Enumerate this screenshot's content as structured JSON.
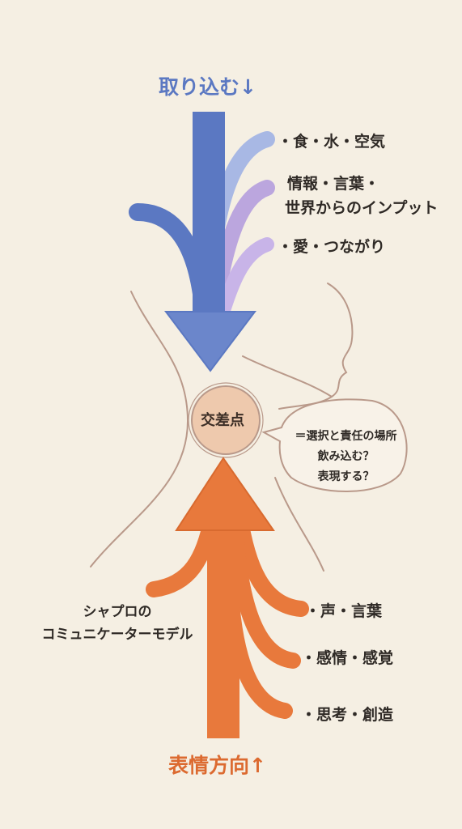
{
  "top_heading": "取り込む↓",
  "bottom_heading": "表情方向↑",
  "intake_items": [
    "・食・水・空気",
    "情報・言葉・",
    "世界からのインプット",
    "・愛・つながり"
  ],
  "center_label": "交差点",
  "speech_bubble": [
    "＝選択と責任の場所",
    "飲み込む？",
    "表現する？"
  ],
  "model_label": [
    "シャプロの",
    "コミュニケーターモデル"
  ],
  "output_items": [
    "・声・言葉",
    "・感情・感覚",
    "・思考・創造"
  ],
  "colors": {
    "background": "#f5efe3",
    "intake_arrow": "#5b78c2",
    "intake_light": "#a8b8e4",
    "intake_purple": "#bba6de",
    "output_arrow": "#e8793c",
    "center_fill": "#eec9ad",
    "outline": "#b9998a"
  }
}
